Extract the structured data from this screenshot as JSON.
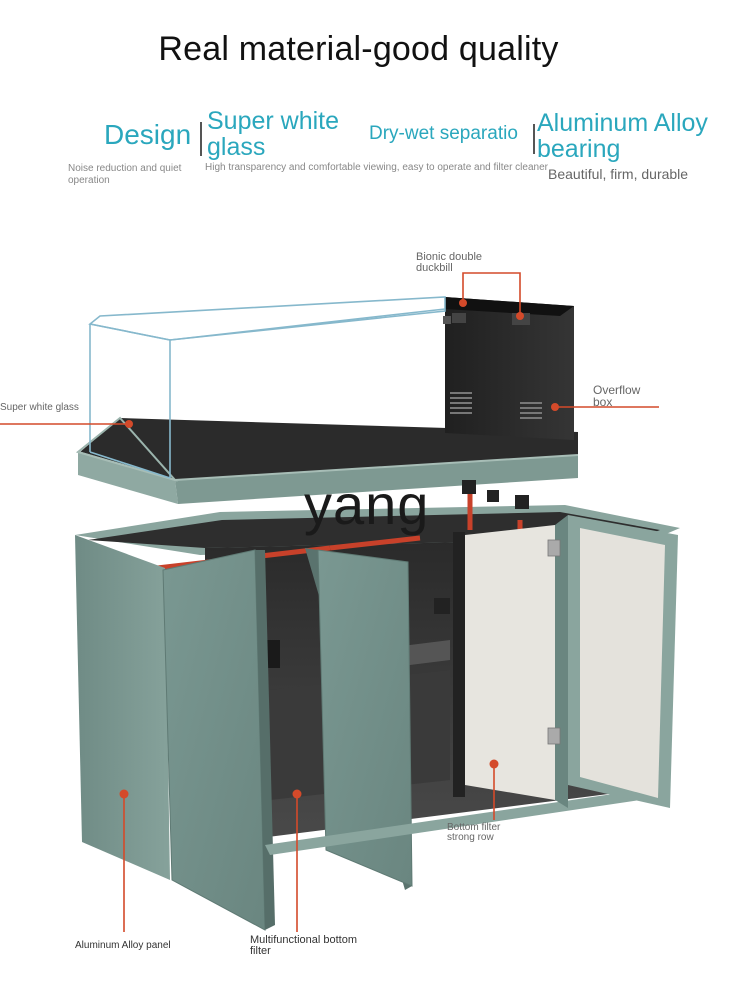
{
  "header": {
    "title": "Real material-good quality"
  },
  "features": [
    {
      "head": "Design",
      "sub": "Noise reduction and quiet operation"
    },
    {
      "head": "Super white glass",
      "sub": "High transparency and comfortable viewing, easy to operate and filter cleaner"
    },
    {
      "head": "Dry-wet separatio",
      "sub": ""
    },
    {
      "head": "Aluminum Alloy bearing",
      "sub": "Beautiful, firm, durable"
    }
  ],
  "callouts": {
    "bionic": "Bionic double duckbill",
    "overflow": "Overflow box",
    "glass": "Super white glass",
    "bottom_filter_row": "Bottom filter strong row",
    "panel": "Aluminum Alloy panel",
    "multifunctional": "Multifunctional bottom filter"
  },
  "watermark": "yang",
  "colors": {
    "accent": "#2aa7bd",
    "callout_line": "#d44a2a",
    "cabinet": "#7d9a93",
    "glass_edge": "#86b8cc"
  }
}
